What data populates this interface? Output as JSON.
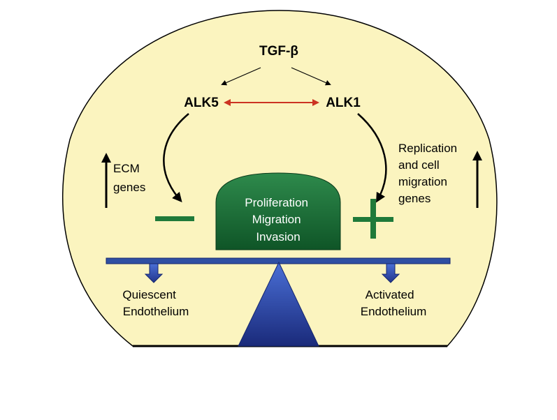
{
  "title": "TGF-β",
  "receptors": {
    "left": "ALK5",
    "right": "ALK1"
  },
  "left_effect": {
    "label_lines": [
      "ECM",
      "genes"
    ],
    "sign": "−"
  },
  "right_effect": {
    "label_lines": [
      "Replication",
      "and cell",
      "migration",
      "genes"
    ],
    "sign": "+"
  },
  "center_block": {
    "lines": [
      "Proliferation",
      "Migration",
      "Invasion"
    ]
  },
  "balance": {
    "left_label_lines": [
      "Quiescent",
      "Endothelium"
    ],
    "right_label_lines": [
      "Activated",
      "Endothelium"
    ]
  },
  "colors": {
    "background_dome": "#fbf4bf",
    "receptor_link_arrow": "#cc3322",
    "sign_green": "#1f7a3a",
    "center_block_top": "#2e8a4c",
    "center_block_bottom": "#0f5527",
    "beam_blue": "#2f4fa3",
    "fulcrum_top": "#4a6fd6",
    "fulcrum_bottom": "#1a2a7a"
  }
}
